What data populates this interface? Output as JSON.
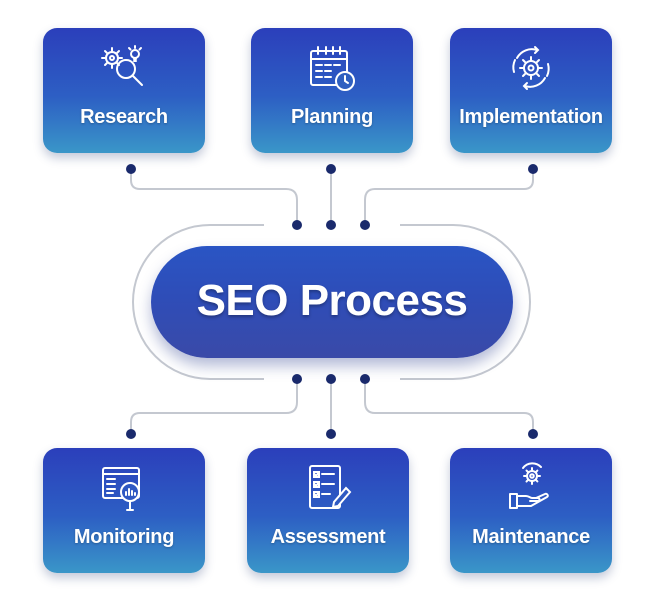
{
  "title": "SEO Process",
  "steps": [
    {
      "label": "Research",
      "icon": "gears-magnifier-icon"
    },
    {
      "label": "Planning",
      "icon": "calendar-clock-icon"
    },
    {
      "label": "Implementation",
      "icon": "gear-cycle-icon"
    },
    {
      "label": "Monitoring",
      "icon": "dashboard-magnifier-icon"
    },
    {
      "label": "Assessment",
      "icon": "checklist-pen-icon"
    },
    {
      "label": "Maintenance",
      "icon": "hand-gear-icon"
    }
  ],
  "colors": {
    "card_top": "#2b3fbb",
    "card_bottom": "#3a96c8",
    "connector_dot": "#1a2a6c",
    "connector_line": "#c4c8d0"
  }
}
